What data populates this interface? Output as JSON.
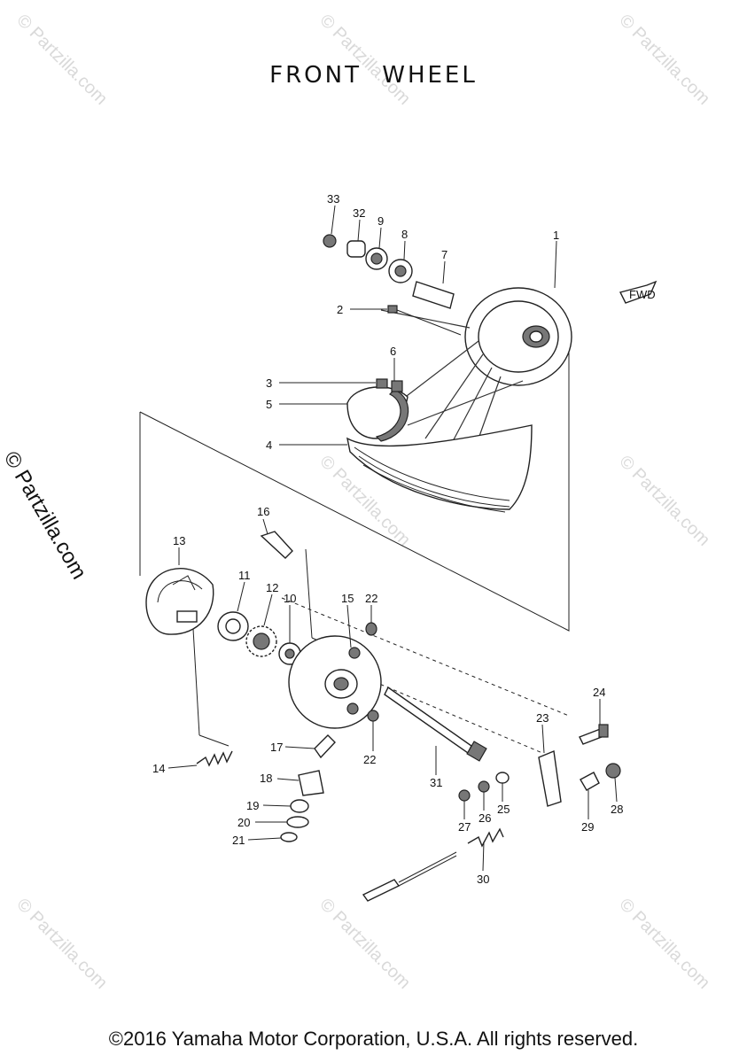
{
  "title": [
    "FRONT",
    "WHEEL"
  ],
  "footer": "©2016 Yamaha Motor Corporation, U.S.A. All rights reserved.",
  "watermark": "© Partzilla.com",
  "fwd_label": "FWD",
  "parts": [
    {
      "num": "33"
    },
    {
      "num": "32"
    },
    {
      "num": "9"
    },
    {
      "num": "8"
    },
    {
      "num": "7"
    },
    {
      "num": "1"
    },
    {
      "num": "2"
    },
    {
      "num": "6"
    },
    {
      "num": "3"
    },
    {
      "num": "5"
    },
    {
      "num": "4"
    },
    {
      "num": "16"
    },
    {
      "num": "13"
    },
    {
      "num": "11"
    },
    {
      "num": "12"
    },
    {
      "num": "10"
    },
    {
      "num": "15"
    },
    {
      "num": "22"
    },
    {
      "num": "22"
    },
    {
      "num": "24"
    },
    {
      "num": "23"
    },
    {
      "num": "17"
    },
    {
      "num": "14"
    },
    {
      "num": "18"
    },
    {
      "num": "19"
    },
    {
      "num": "20"
    },
    {
      "num": "21"
    },
    {
      "num": "31"
    },
    {
      "num": "27"
    },
    {
      "num": "26"
    },
    {
      "num": "25"
    },
    {
      "num": "29"
    },
    {
      "num": "28"
    },
    {
      "num": "30"
    }
  ]
}
